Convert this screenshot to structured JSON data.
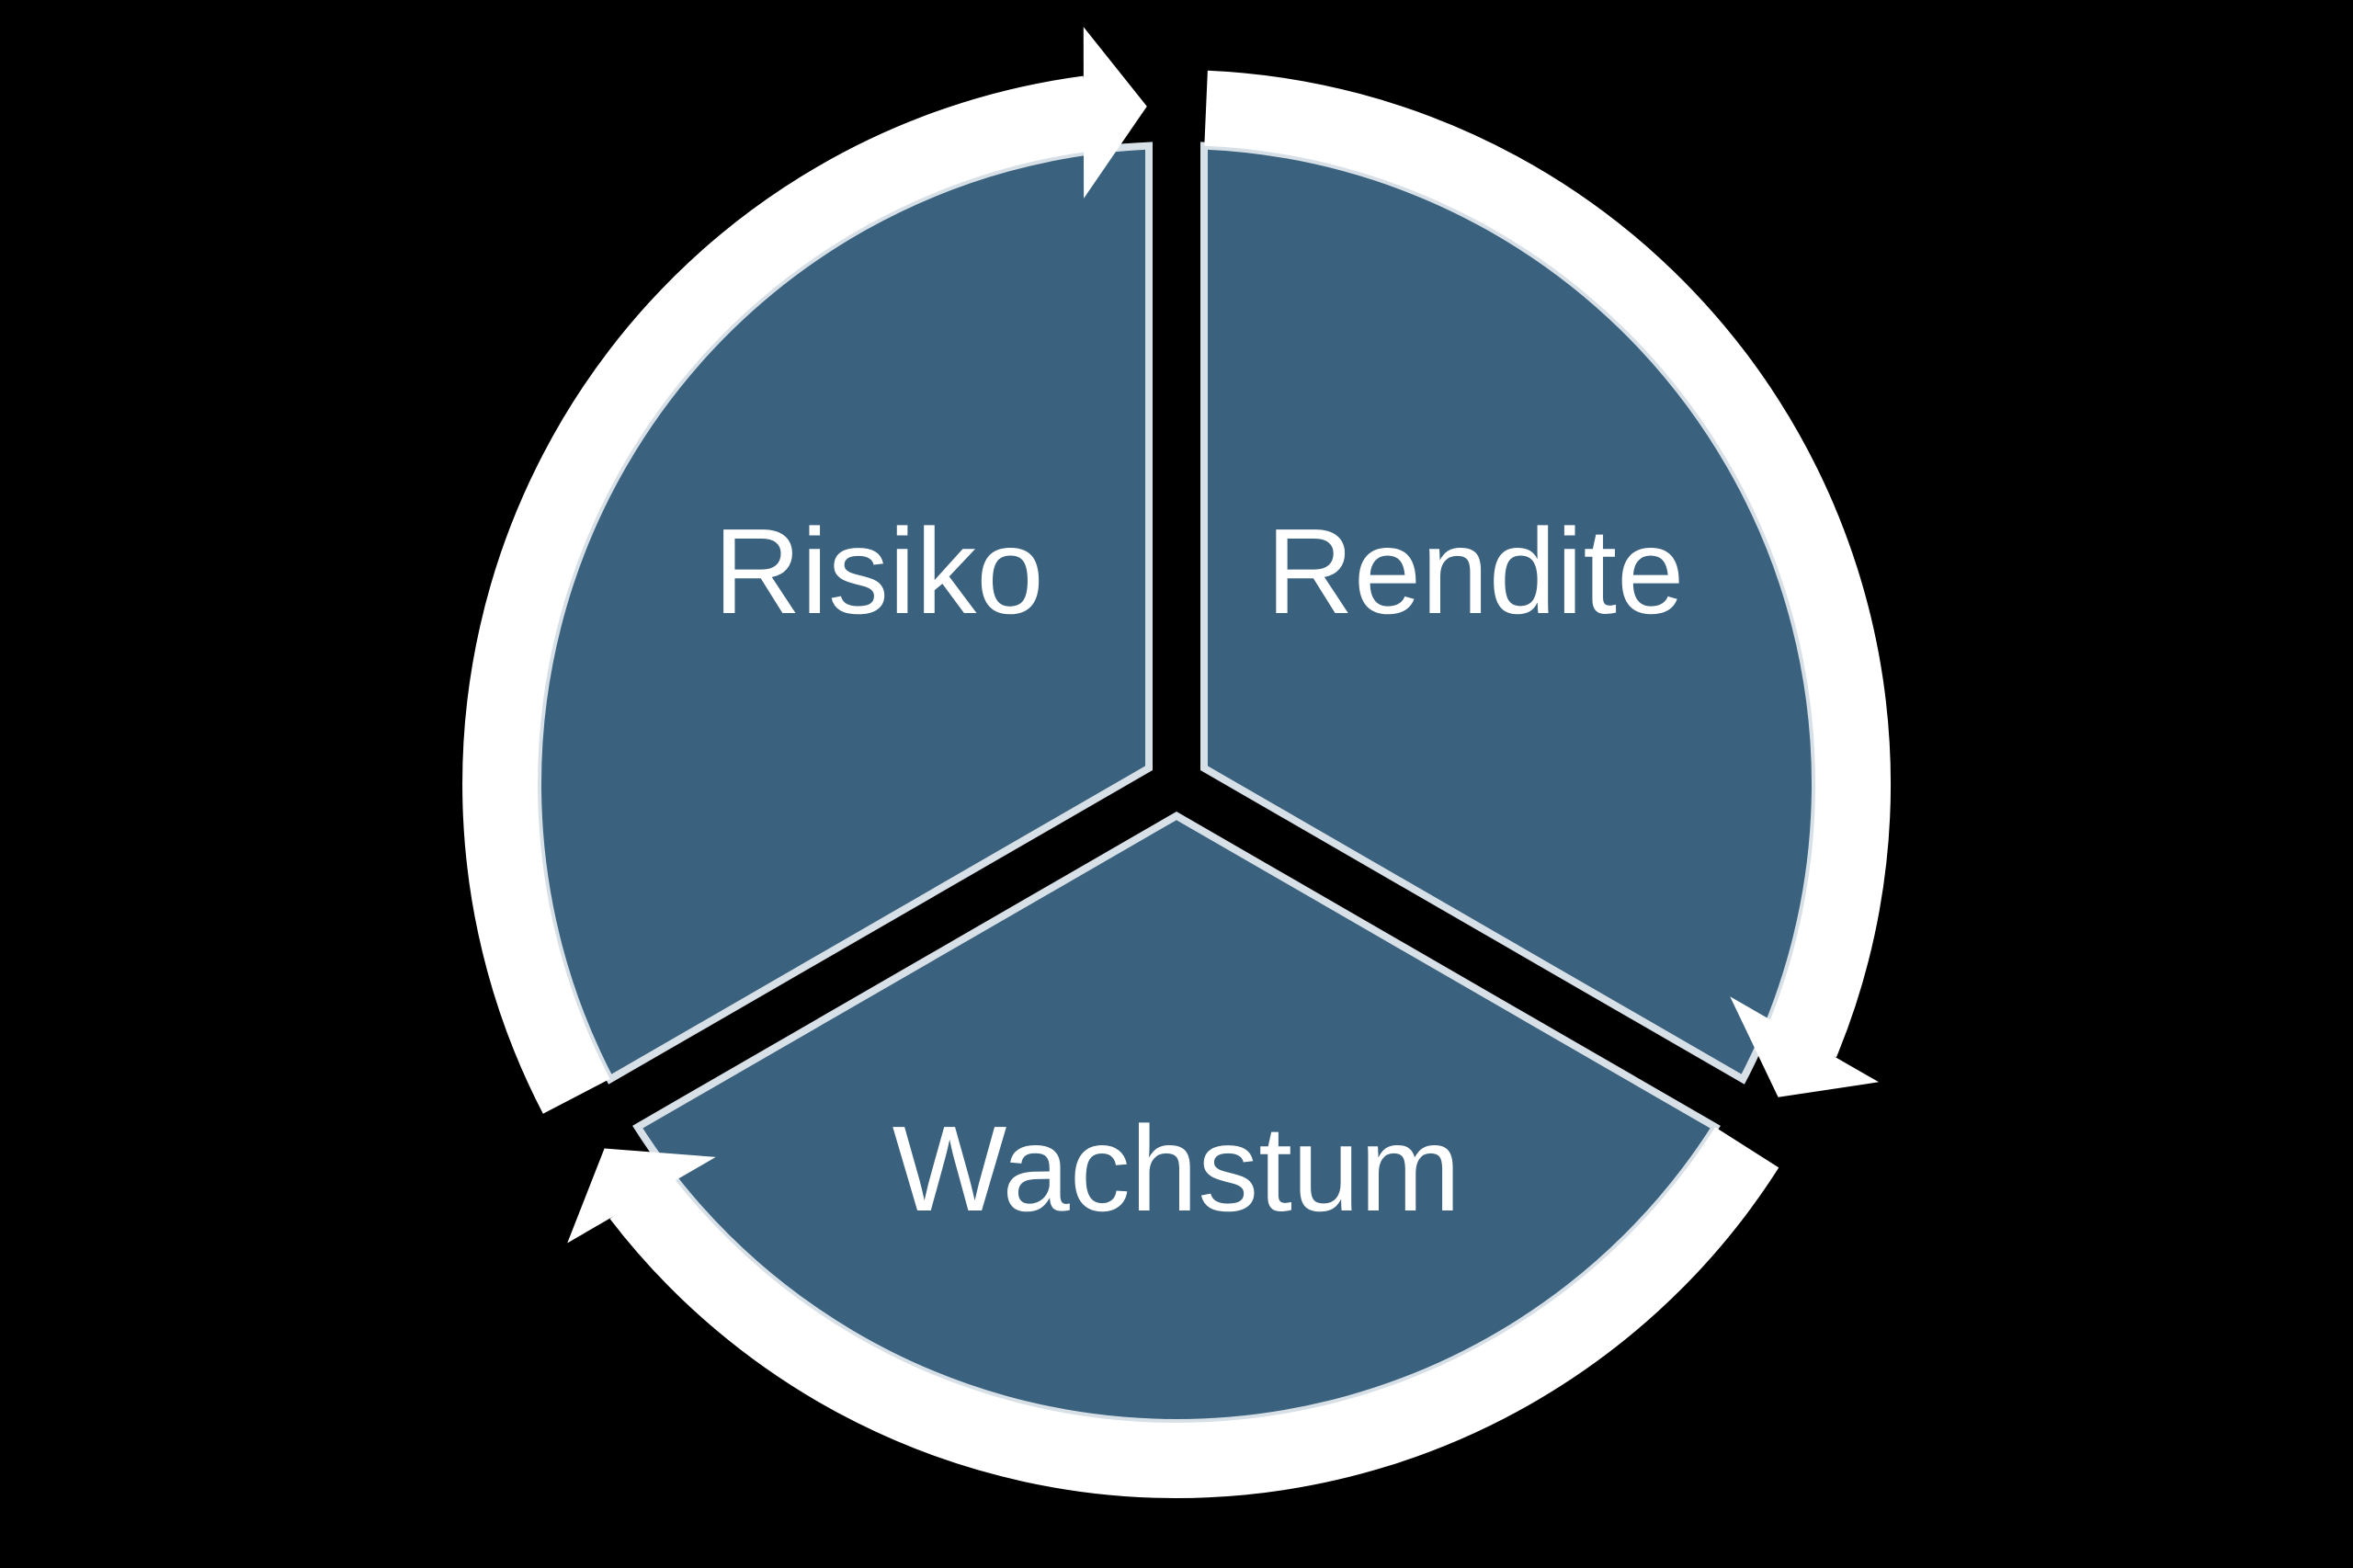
{
  "diagram": {
    "type": "cycle",
    "direction": "clockwise",
    "background_color": "#000000",
    "segment_fill": "#3A617D",
    "segment_edge": "#D8E0E7",
    "ring_color": "#FFFFFF",
    "label_color": "#FFFFFF",
    "segments": [
      {
        "label": "Risiko",
        "position": "top-left"
      },
      {
        "label": "Rendite",
        "position": "top-right"
      },
      {
        "label": "Wachstum",
        "position": "bottom"
      }
    ]
  }
}
